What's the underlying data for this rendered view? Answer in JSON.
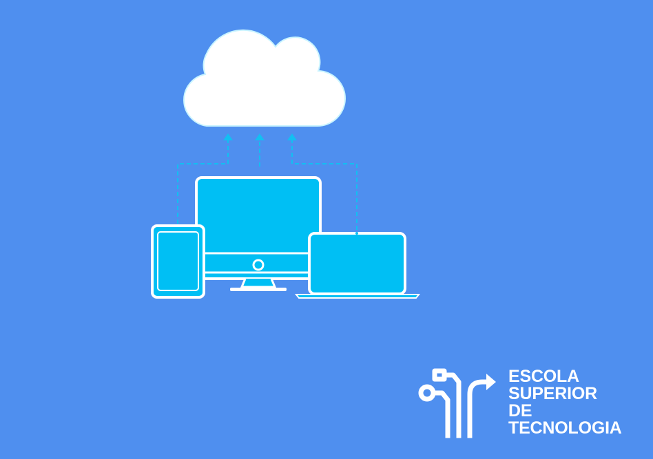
{
  "colors": {
    "background": "#4f8fef",
    "cloud": "#ffffff",
    "device_fill": "#00bff4",
    "device_outline": "#ffffff",
    "connector": "#12bff2",
    "brand": "#ffffff"
  },
  "icons": {
    "cloud": "cloud-icon",
    "monitor": "desktop-monitor-icon",
    "tablet": "tablet-icon",
    "laptop": "laptop-icon",
    "upload_arrows": "arrow-up-icon",
    "brand_mark": "circuit-arrow-logo-icon"
  },
  "brand": {
    "line1": "ESCOLA",
    "line2": "SUPERIOR",
    "line3": "DE TECNOLOGIA"
  }
}
